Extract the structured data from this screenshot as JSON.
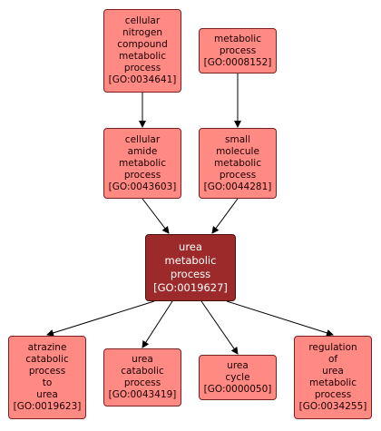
{
  "nodes": [
    {
      "id": "n1",
      "lines": [
        "cellular",
        "nitrogen",
        "compound",
        "metabolic",
        "process",
        "[GO:0034641]"
      ]
    },
    {
      "id": "n2",
      "lines": [
        "metabolic",
        "process",
        "[GO:0008152]"
      ]
    },
    {
      "id": "n3",
      "lines": [
        "cellular",
        "amide",
        "metabolic",
        "process",
        "[GO:0043603]"
      ]
    },
    {
      "id": "n4",
      "lines": [
        "small",
        "molecule",
        "metabolic",
        "process",
        "[GO:0044281]"
      ]
    },
    {
      "id": "n5",
      "lines": [
        "urea",
        "metabolic",
        "process",
        "[GO:0019627]"
      ],
      "focus": true
    },
    {
      "id": "n6",
      "lines": [
        "atrazine",
        "catabolic",
        "process",
        "to",
        "urea",
        "[GO:0019623]"
      ]
    },
    {
      "id": "n7",
      "lines": [
        "urea",
        "catabolic",
        "process",
        "[GO:0043419]"
      ]
    },
    {
      "id": "n8",
      "lines": [
        "urea",
        "cycle",
        "[GO:0000050]"
      ]
    },
    {
      "id": "n9",
      "lines": [
        "regulation",
        "of",
        "urea",
        "metabolic",
        "process",
        "[GO:0034255]"
      ]
    }
  ],
  "edges": [
    {
      "from": "n1",
      "to": "n3"
    },
    {
      "from": "n2",
      "to": "n4"
    },
    {
      "from": "n3",
      "to": "n5"
    },
    {
      "from": "n4",
      "to": "n5"
    },
    {
      "from": "n5",
      "to": "n6"
    },
    {
      "from": "n5",
      "to": "n7"
    },
    {
      "from": "n5",
      "to": "n8"
    },
    {
      "from": "n5",
      "to": "n9"
    }
  ],
  "colors": {
    "node_fill": "#ff8a84",
    "focus_fill": "#9c2a2a",
    "edge": "#000000"
  }
}
